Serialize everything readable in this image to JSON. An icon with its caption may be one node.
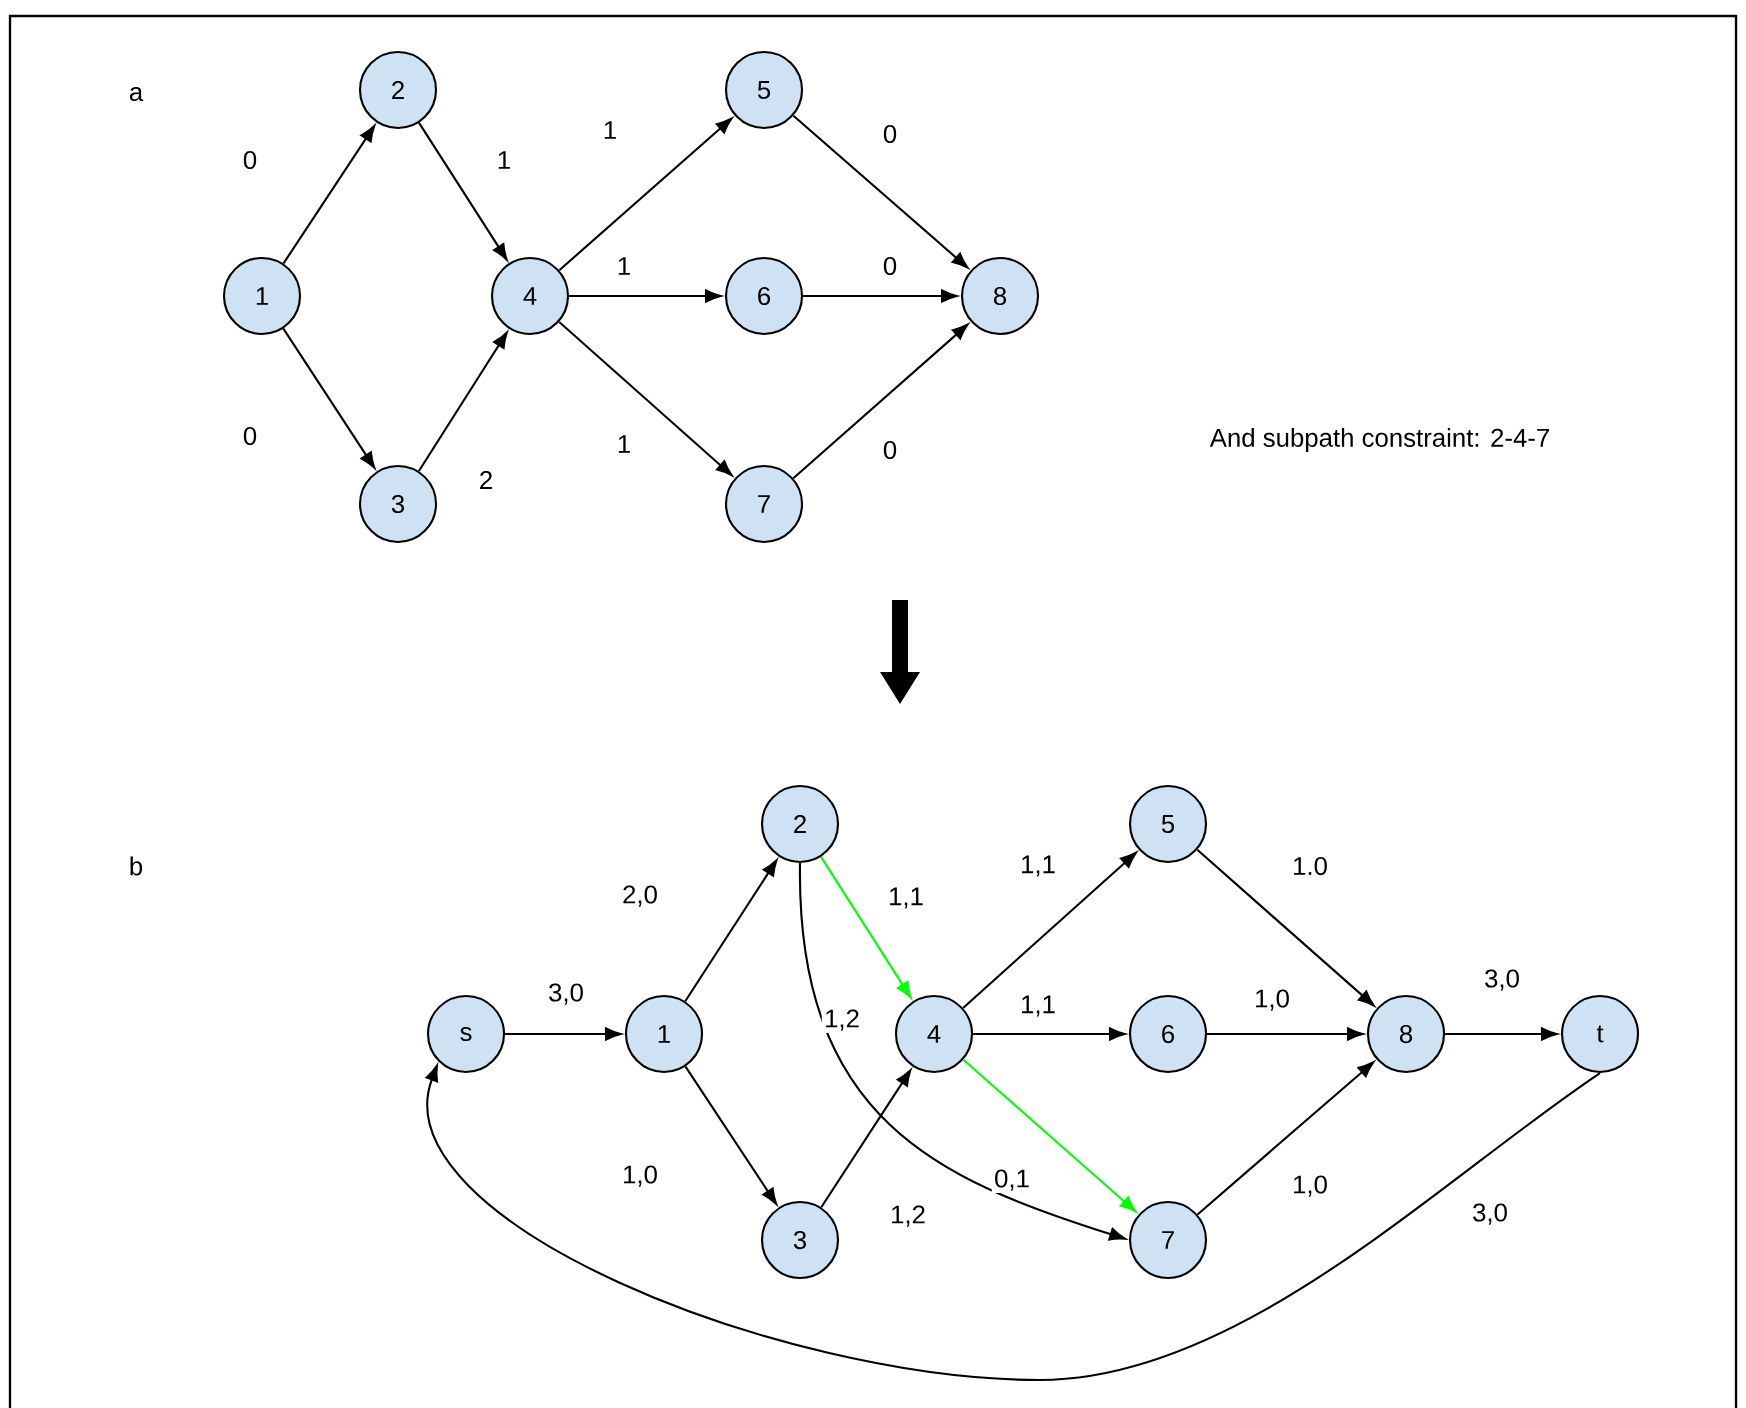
{
  "diagram": {
    "nodes": [
      {
        "text": [
          "1"
        ]
      },
      {
        "text": [
          "2"
        ]
      },
      {
        "text": [
          "3"
        ]
      },
      {
        "text": [
          "4"
        ]
      },
      {
        "text": [
          "5"
        ]
      },
      {
        "text": [
          "6"
        ]
      },
      {
        "text": [
          "7"
        ]
      },
      {
        "text": [
          "8"
        ]
      },
      {
        "text": [
          "s"
        ]
      },
      {
        "text": [
          "1"
        ]
      },
      {
        "text": [
          "2"
        ]
      },
      {
        "text": [
          "3"
        ]
      },
      {
        "text": [
          "4"
        ]
      },
      {
        "text": [
          "5"
        ]
      },
      {
        "text": [
          "6"
        ]
      },
      {
        "text": [
          "7"
        ]
      },
      {
        "text": [
          "8"
        ]
      },
      {
        "text": [
          "t"
        ]
      }
    ],
    "edges": [
      {
        "from": 0,
        "to": 1,
        "arrow": "to",
        "label": "0"
      },
      {
        "from": 0,
        "to": 2,
        "arrow": "to",
        "label": "0"
      },
      {
        "from": 1,
        "to": 3,
        "arrow": "to",
        "label": "1"
      },
      {
        "from": 2,
        "to": 3,
        "arrow": "to",
        "label": "2"
      },
      {
        "from": 3,
        "to": 4,
        "arrow": "to",
        "label": "1"
      },
      {
        "from": 3,
        "to": 5,
        "arrow": "to",
        "label": "1"
      },
      {
        "from": 3,
        "to": 6,
        "arrow": "to",
        "label": "1"
      },
      {
        "from": 4,
        "to": 7,
        "arrow": "to",
        "label": "0"
      },
      {
        "from": 5,
        "to": 7,
        "arrow": "to",
        "label": "0"
      },
      {
        "from": 6,
        "to": 7,
        "arrow": "to",
        "label": "0"
      },
      {
        "from": 8,
        "to": 9,
        "arrow": "to",
        "label": "3,0"
      },
      {
        "from": 9,
        "to": 10,
        "arrow": "to",
        "label": "2,0"
      },
      {
        "from": 9,
        "to": 11,
        "arrow": "to",
        "label": "1,0"
      },
      {
        "from": 10,
        "to": 12,
        "arrow": "to",
        "label": "1,1",
        "color": "#00ff00"
      },
      {
        "from": 10,
        "to": 15,
        "arrow": "to",
        "label": "1,2"
      },
      {
        "from": 11,
        "to": 12,
        "arrow": "to",
        "label": "1,2"
      },
      {
        "from": 12,
        "to": 13,
        "arrow": "to",
        "label": "1,1"
      },
      {
        "from": 12,
        "to": 14,
        "arrow": "to",
        "label": "1,1"
      },
      {
        "from": 12,
        "to": 15,
        "arrow": "to",
        "label": "0,1",
        "color": "#00ff00"
      },
      {
        "from": 13,
        "to": 16,
        "arrow": "to",
        "label": "1.0"
      },
      {
        "from": 14,
        "to": 16,
        "arrow": "to",
        "label": "1,0"
      },
      {
        "from": 15,
        "to": 16,
        "arrow": "to",
        "label": "1,0"
      },
      {
        "from": 16,
        "to": 17,
        "arrow": "to",
        "label": "3,0"
      },
      {
        "from": 17,
        "to": 8,
        "arrow": "to",
        "label": "3,0"
      }
    ],
    "labels": [
      "a",
      "And subpath constraint: 2-4-7",
      "b"
    ]
  }
}
